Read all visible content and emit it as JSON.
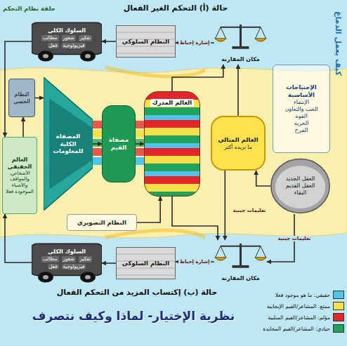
{
  "diagram": {
    "title": "نظرية الإختيار- لماذا وكيف نتصرف",
    "nodes": [
      {
        "text": [
          "السلوك الكلي",
          "مطالب",
          "شعور",
          "تفكير",
          "فعل",
          "فيزيولوجية"
        ]
      },
      {
        "text": [
          "النظام السلوكي"
        ]
      },
      {
        "text": [
          "مكان المقارنة"
        ]
      },
      {
        "text": [
          "الإحتياجات الأساسية",
          "الإنتماء",
          "الحب والتعاون",
          "القوة",
          "الحرية",
          "المرح"
        ]
      },
      {
        "text": [
          "العقل الجديد",
          "العقل القديم",
          "البقاء"
        ]
      },
      {
        "text": [
          "المصفاة الكلية للمعلومات"
        ]
      },
      {
        "text": [
          "مصفاة القيم"
        ]
      },
      {
        "text": [
          "العالم المدرك"
        ]
      },
      {
        "text": [
          "العالم المثالي",
          "ما نريده أكثر"
        ]
      },
      {
        "text": [
          "النظام الحسي"
        ]
      },
      {
        "text": [
          "العالم الحقيقي",
          "الأشخاص، والمواقف والأشياء الموجودة فعلا"
        ]
      },
      {
        "text": [
          "النظام التصويري"
        ]
      },
      {
        "text": [
          "السلوك الكلي",
          "مطالب",
          "شعور",
          "تفكير",
          "فعل",
          "فيزيولوجية"
        ]
      },
      {
        "text": [
          "النظام السلوكي"
        ]
      },
      {
        "text": [
          "مكان المقارنة"
        ]
      }
    ],
    "edges": [
      {
        "from": 4,
        "to": 8,
        "arrow": "to",
        "label": "تعليمات جينية"
      },
      {
        "from": 4,
        "to": 14,
        "arrow": "to",
        "label": "تعليمات جينية"
      },
      {
        "from": 8,
        "to": 2,
        "arrow": "to"
      },
      {
        "from": 7,
        "to": 2,
        "arrow": "to"
      },
      {
        "from": 2,
        "to": 1,
        "arrow": "to",
        "label": "إشارة إحباط"
      },
      {
        "from": 1,
        "to": 0,
        "arrow": "to"
      },
      {
        "from": 0,
        "to": 10,
        "arrow": "to"
      },
      {
        "from": 12,
        "to": 10,
        "arrow": "to"
      },
      {
        "from": 10,
        "to": 9,
        "arrow": "to"
      },
      {
        "from": 9,
        "to": 5,
        "arrow": "to"
      },
      {
        "from": 5,
        "to": 6,
        "arrow": "to"
      },
      {
        "from": 6,
        "to": 7,
        "arrow": "to"
      },
      {
        "from": 7,
        "to": 14,
        "arrow": "to"
      },
      {
        "from": 8,
        "to": 14,
        "arrow": "to"
      },
      {
        "from": 14,
        "to": 13,
        "arrow": "to",
        "label": "إشارة إحباط"
      },
      {
        "from": 13,
        "to": 12,
        "arrow": "to"
      },
      {
        "from": 11,
        "to": 7,
        "arrow": "to"
      }
    ],
    "labels": [
      "حالة (أ) التحكم الغير الفعال",
      "كيف يعمل الدماغ",
      "حلقة نظام التحكم",
      "حالة (ب) إكتساب المزيد من التحكم الفعال"
    ],
    "legend": [
      {
        "text": "حقيقي: ما هو موجود فعلا",
        "color": "#4fc3e8"
      },
      {
        "text": "ممتع: المشاعر/القيم الإيجابية",
        "color": "#f7e14a"
      },
      {
        "text": "مؤلم: المشاعر/القيم السلبية",
        "color": "#e3262b"
      },
      {
        "text": "حيادي: المشاعر/القيم المحايدة",
        "color": "#1fa35b"
      }
    ]
  }
}
